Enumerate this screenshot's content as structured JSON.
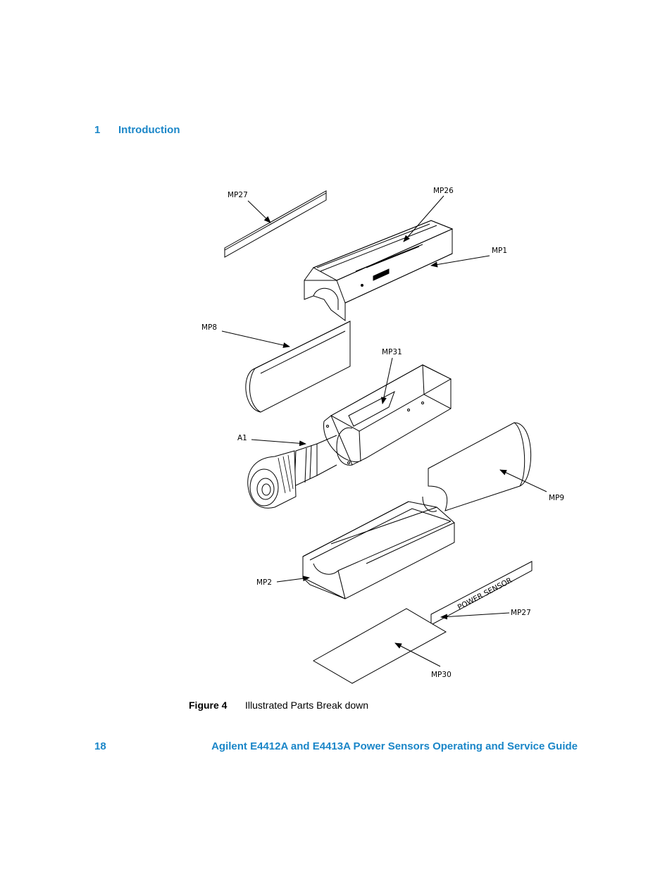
{
  "header": {
    "chapter_number": "1",
    "chapter_title": "Introduction"
  },
  "figure": {
    "labels": {
      "mp27_top": "MP27",
      "mp26": "MP26",
      "mp1": "MP1",
      "mp8": "MP8",
      "mp31": "MP31",
      "a1": "A1",
      "mp9": "MP9",
      "mp2": "MP2",
      "mp27_bottom": "MP27",
      "mp30": "MP30"
    },
    "strip_text": "POWER  SENSOR",
    "caption_number": "Figure 4",
    "caption_text": "Illustrated Parts Break down"
  },
  "footer": {
    "page_number": "18",
    "guide_title": "Agilent E4412A and E4413A Power Sensors Operating and Service Guide"
  }
}
